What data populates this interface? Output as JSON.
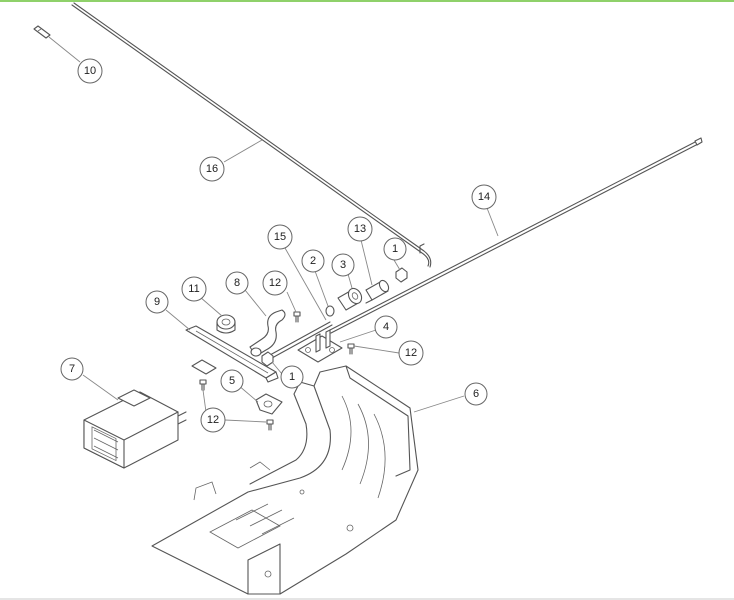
{
  "accent_color": "#8fd16a",
  "callouts": [
    {
      "id": "c10",
      "label": "10"
    },
    {
      "id": "c16",
      "label": "16"
    },
    {
      "id": "c14",
      "label": "14"
    },
    {
      "id": "c13",
      "label": "13"
    },
    {
      "id": "c1a",
      "label": "1"
    },
    {
      "id": "c15",
      "label": "15"
    },
    {
      "id": "c2",
      "label": "2"
    },
    {
      "id": "c3",
      "label": "3"
    },
    {
      "id": "c11",
      "label": "11"
    },
    {
      "id": "c8",
      "label": "8"
    },
    {
      "id": "c12a",
      "label": "12"
    },
    {
      "id": "c9",
      "label": "9"
    },
    {
      "id": "c4",
      "label": "4"
    },
    {
      "id": "c12b",
      "label": "12"
    },
    {
      "id": "c7",
      "label": "7"
    },
    {
      "id": "c1b",
      "label": "1"
    },
    {
      "id": "c5",
      "label": "5"
    },
    {
      "id": "c6",
      "label": "6"
    },
    {
      "id": "c12c",
      "label": "12"
    }
  ]
}
